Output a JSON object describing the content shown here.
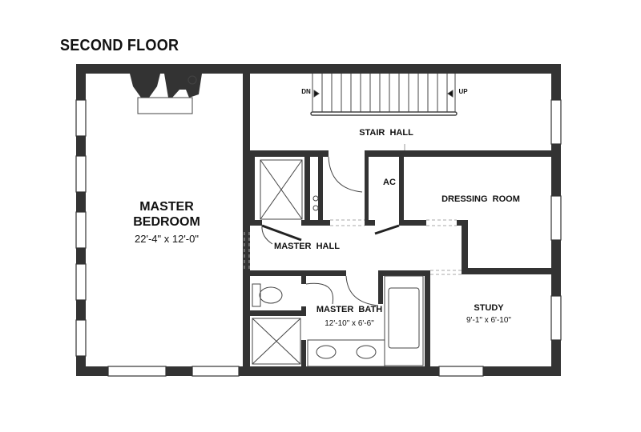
{
  "title": "SECOND FLOOR",
  "rooms": {
    "master_bedroom": {
      "name_line1": "MASTER",
      "name_line2": "BEDROOM",
      "size": "22'-4\" x 12'-0\""
    },
    "stair_hall": {
      "name": "STAIR  HALL",
      "dn": "DN",
      "up": "UP"
    },
    "ac": {
      "name": "AC"
    },
    "dressing_room": {
      "name": "DRESSING  ROOM"
    },
    "master_hall": {
      "name": "MASTER  HALL"
    },
    "master_bath": {
      "name": "MASTER  BATH",
      "size": "12'-10\" x 6'-6\""
    },
    "study": {
      "name": "STUDY",
      "size": "9'-1\" x 6'-10\""
    }
  },
  "colors": {
    "wall": "#333333",
    "line": "#777777"
  }
}
